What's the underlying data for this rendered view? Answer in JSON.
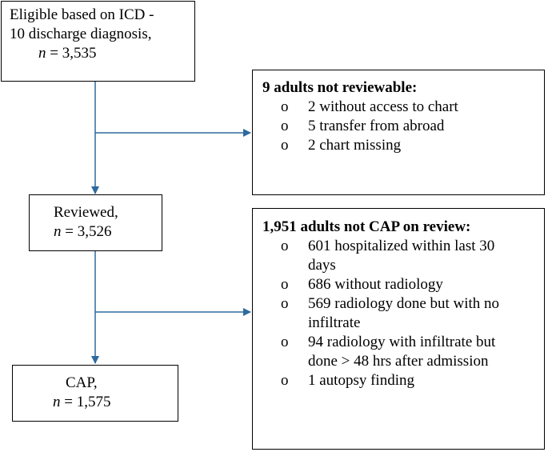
{
  "boxes": {
    "eligible": {
      "line1": "Eligible based on ICD -",
      "line2": "10 discharge diagnosis,",
      "n_var": "n",
      "n_rest": " = 3,535"
    },
    "reviewed": {
      "line1": "Reviewed,",
      "n_var": "n",
      "n_rest": " = 3,526"
    },
    "cap": {
      "line1": "CAP,",
      "n_var": "n",
      "n_rest": " = 1,575"
    },
    "not_reviewable": {
      "title": "9 adults not reviewable:",
      "bullet": "o",
      "items": [
        "2 without access to chart",
        "5 transfer from abroad",
        "2 chart missing"
      ]
    },
    "not_cap": {
      "title": "1,951 adults not CAP on review:",
      "bullet": "o",
      "items": [
        [
          "601 hospitalized within last 30",
          "days"
        ],
        [
          "686 without radiology"
        ],
        [
          "569 radiology done but with no",
          "infiltrate"
        ],
        [
          "94 radiology with infiltrate but",
          "done > 48 hrs after admission"
        ],
        [
          "1 autopsy finding"
        ]
      ]
    }
  },
  "colors": {
    "arrow": "#2e6a9e",
    "border": "#000000",
    "text": "#000000"
  }
}
